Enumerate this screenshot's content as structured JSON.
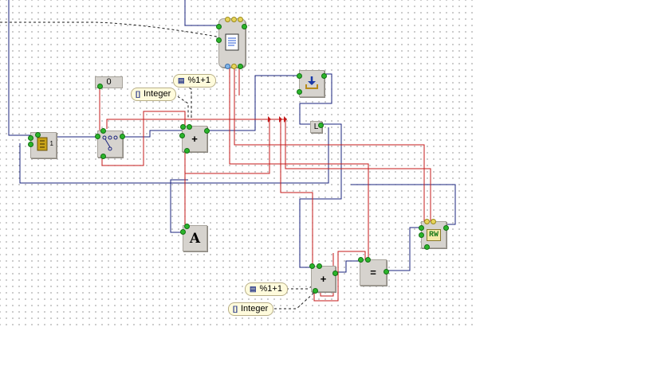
{
  "canvas": {
    "background": "#ffffff",
    "grid_color": "#8a8a8a"
  },
  "colors": {
    "data_wire": "#c41a1a",
    "control_wire": "#1a237e",
    "port_green": "#2bb52b"
  },
  "blocks": {
    "document": {
      "icon": "document-icon"
    },
    "store": {
      "icon": "download-tray-icon"
    },
    "loop": {
      "icon": "loop-counter-icon",
      "badge": "1"
    },
    "switch": {
      "icon": "switch-branch-icon"
    },
    "add_top": {
      "label": "+"
    },
    "add_bottom": {
      "label": "+"
    },
    "equals": {
      "label": "="
    },
    "text_a": {
      "label": "A"
    },
    "readwrite": {
      "label": "RW"
    },
    "small_l": {
      "label": "L"
    },
    "zero_const": {
      "label": "0"
    }
  },
  "chips": {
    "formula_top": {
      "icon": "list-icon",
      "label": "%1+1"
    },
    "integer_top": {
      "icon": "bracket-icon",
      "label": "Integer"
    },
    "formula_bottom": {
      "icon": "list-icon",
      "label": "%1+1"
    },
    "integer_bottom": {
      "icon": "bracket-icon",
      "label": "Integer"
    }
  }
}
